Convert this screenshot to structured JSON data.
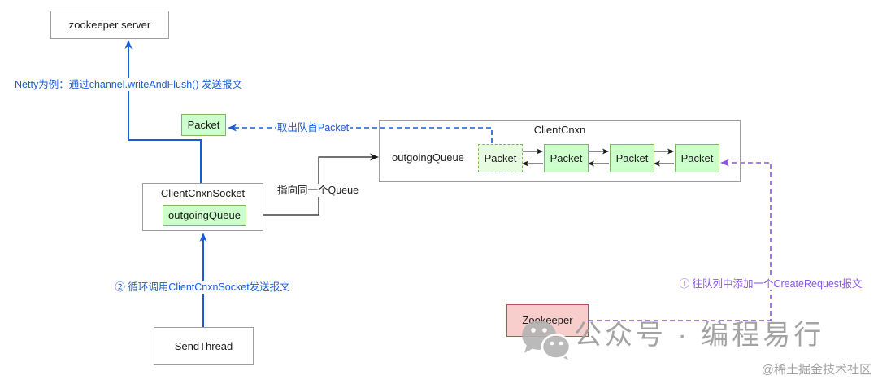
{
  "nodes": {
    "zookeeper_server": "zookeeper server",
    "taken_packet": "Packet",
    "client_cnxn": {
      "title": "ClientCnxn",
      "queue_label": "outgoingQueue",
      "packets": [
        "Packet",
        "Packet",
        "Packet",
        "Packet"
      ]
    },
    "client_cnxn_socket": {
      "title": "ClientCnxnSocket",
      "queue_label": "outgoingQueue"
    },
    "send_thread": "SendThread",
    "zookeeper": "Zookeeper"
  },
  "edges": {
    "netty_write": "Netty为例：通过channel.writeAndFlush() 发送报文",
    "take_queue_head": "取出队首Packet",
    "same_queue": "指向同一个Queue",
    "loop_send": "② 循环调用ClientCnxnSocket发送报文",
    "enqueue_request": "① 往队列中添加一个CreateRequest报文"
  },
  "watermark": {
    "wechat_icon": "wechat-icon",
    "wechat_account": "公众号 · 编程易行",
    "juejin": "@稀土掘金技术社区"
  },
  "colors": {
    "blue": "#1a5cd6",
    "purple": "#8a55e6",
    "packet_fill": "#ccffcc",
    "packet_border": "#82b366",
    "zookeeper_fill": "#f8cecc",
    "zookeeper_border": "#b85450",
    "node_border": "#9e9e9e",
    "watermark": "#a3a3a3"
  }
}
